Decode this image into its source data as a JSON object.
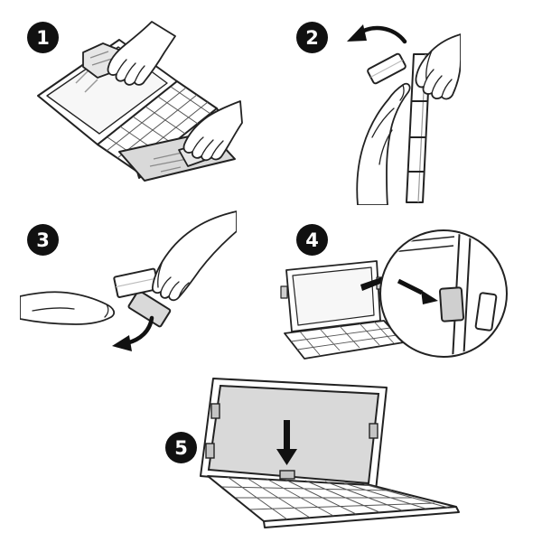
{
  "sheet": {
    "kind": "assembly-instruction-diagram",
    "background": "#ffffff"
  },
  "colors": {
    "badge_bg": "#111111",
    "badge_text": "#ffffff",
    "line": "#222222",
    "gray_fill": "#d9d9d9",
    "light_gray_fill": "#e6e6e6",
    "arrow": "#111111"
  },
  "steps": [
    {
      "number": "1",
      "icon": "wipe-laptop-screen-and-sheet-with-cloth"
    },
    {
      "number": "2",
      "icon": "peel-tab-from-vertical-strip"
    },
    {
      "number": "3",
      "icon": "remove-backing-from-adhesive-tab"
    },
    {
      "number": "4",
      "icon": "attach-tab-to-screen-edge-magnified-detail"
    },
    {
      "number": "5",
      "icon": "lower-privacy-filter-onto-screen"
    }
  ]
}
